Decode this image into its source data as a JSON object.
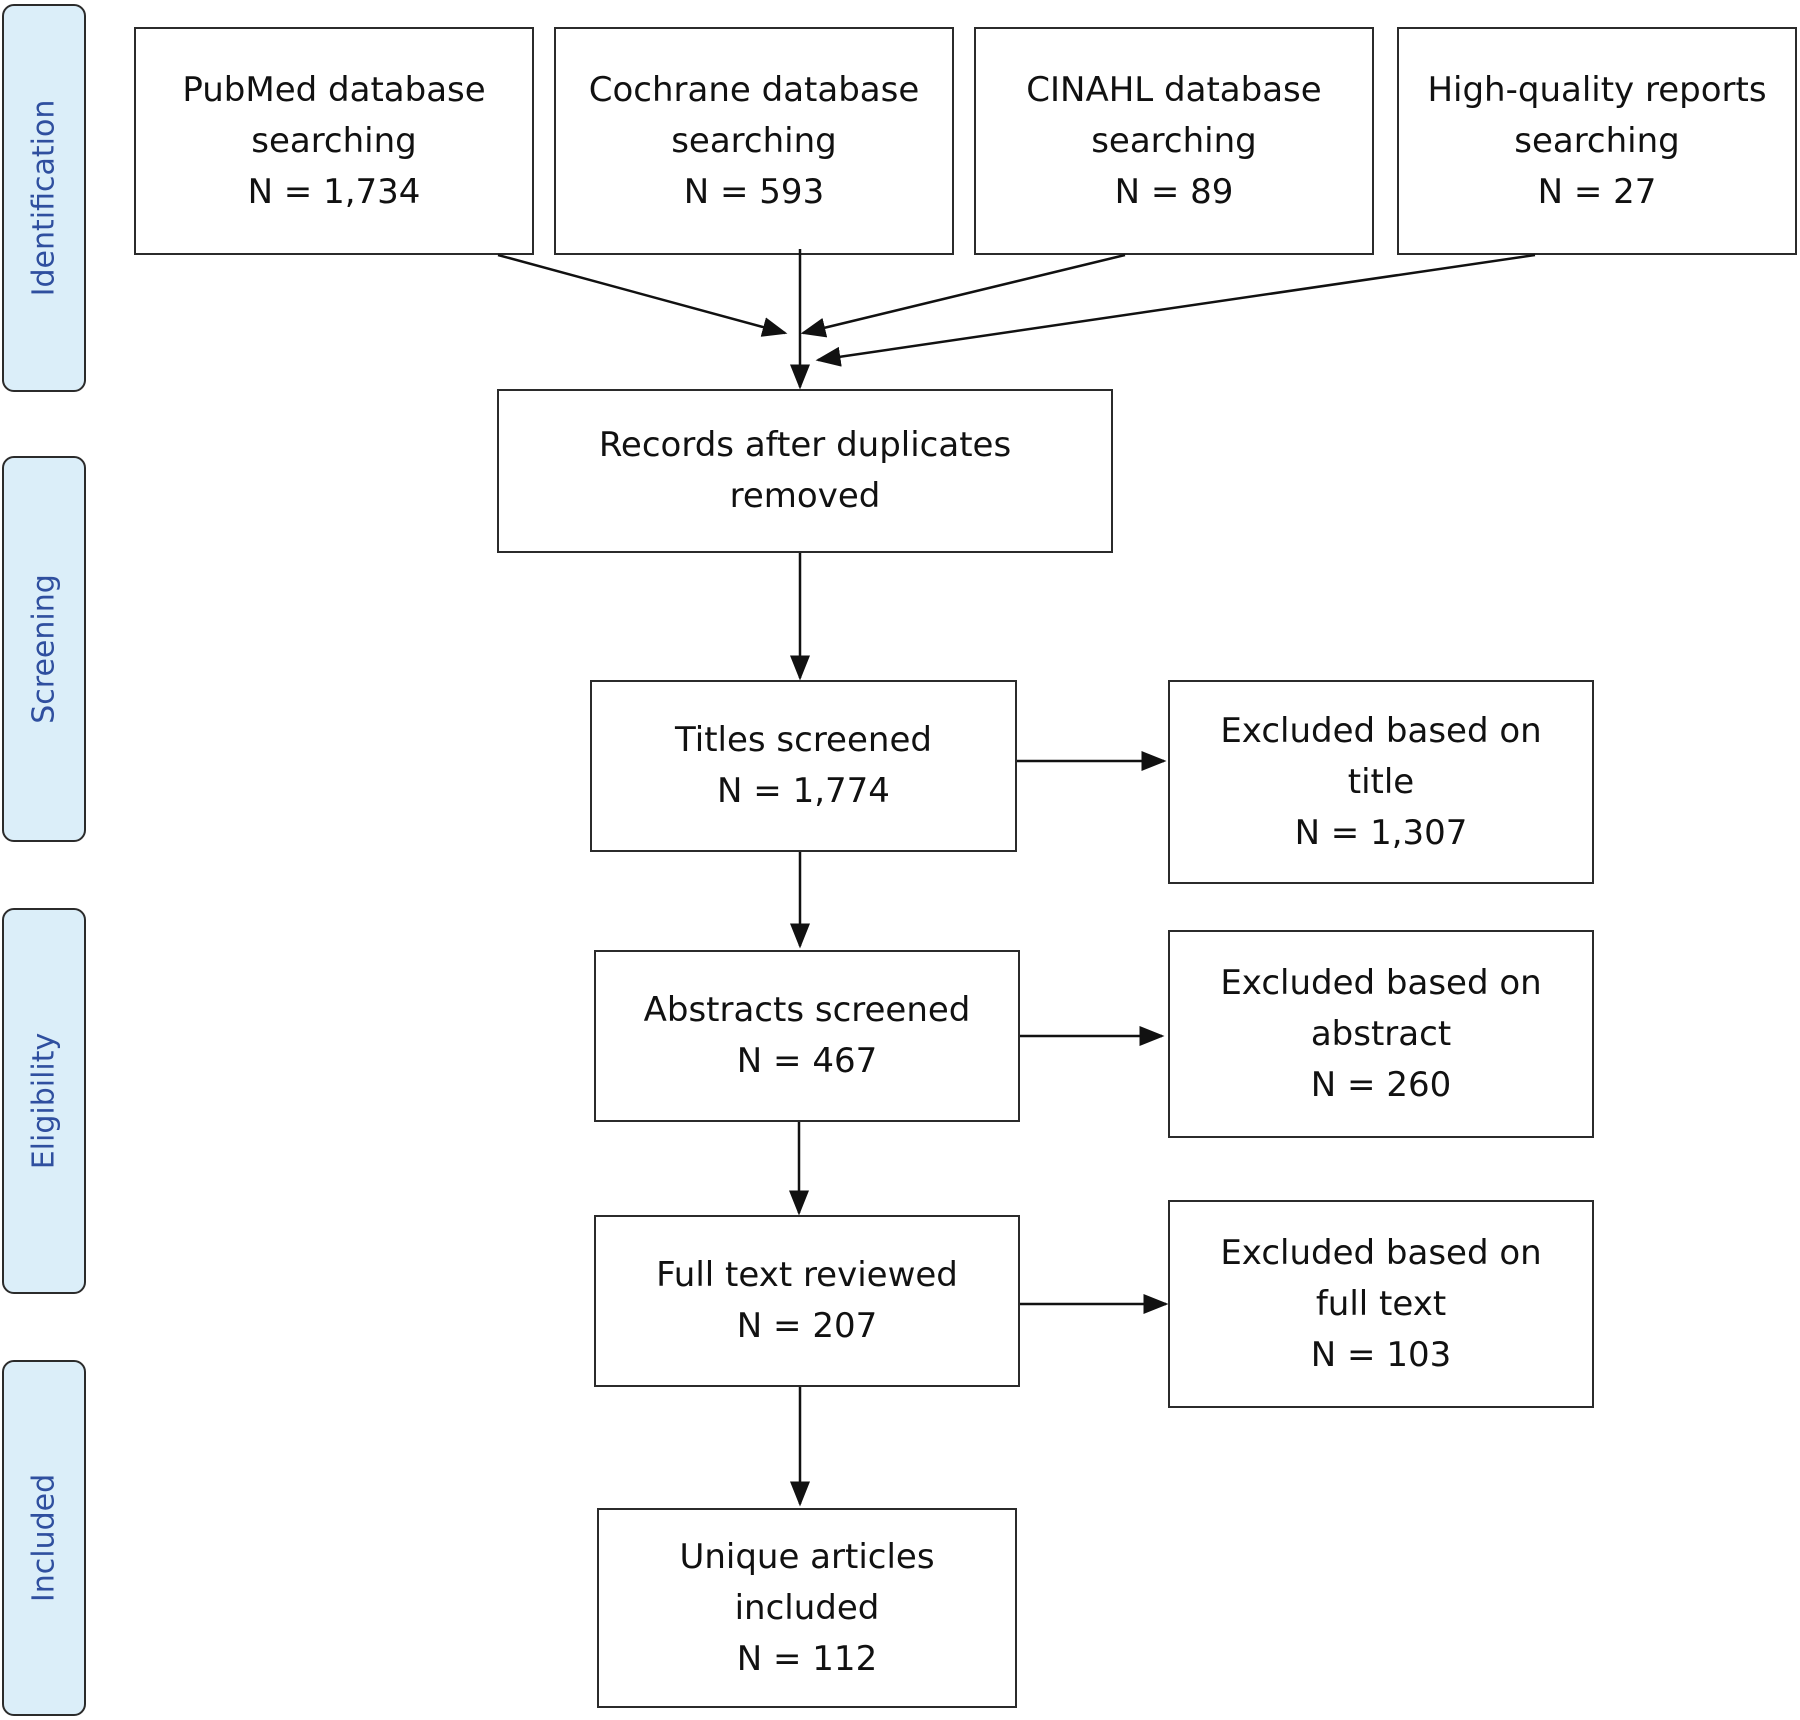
{
  "stages": {
    "identification": "Identification",
    "screening": "Screening",
    "eligibility": "Eligibility",
    "included": "Included"
  },
  "sources": [
    {
      "line1": "PubMed database",
      "line2": "searching",
      "count": "N = 1,734"
    },
    {
      "line1": "Cochrane database",
      "line2": "searching",
      "count": "N = 593"
    },
    {
      "line1": "CINAHL database",
      "line2": "searching",
      "count": "N = 89"
    },
    {
      "line1": "High-quality reports",
      "line2": "searching",
      "count": "N = 27"
    }
  ],
  "dedup": {
    "line1": "Records after duplicates",
    "line2": "removed"
  },
  "titles": {
    "label": "Titles screened",
    "count": "N = 1,774"
  },
  "excluded_title": {
    "line1": "Excluded based on",
    "line2": "title",
    "count": "N = 1,307"
  },
  "abstracts": {
    "label": "Abstracts screened",
    "count": "N = 467"
  },
  "excluded_abstract": {
    "line1": "Excluded based on",
    "line2": "abstract",
    "count": "N = 260"
  },
  "fulltext": {
    "label": "Full text reviewed",
    "count": "N = 207"
  },
  "excluded_fulltext": {
    "line1": "Excluded based on",
    "line2": "full text",
    "count": "N = 103"
  },
  "included": {
    "line1": "Unique articles",
    "line2": "included",
    "count": "N = 112"
  },
  "colors": {
    "stage_fill": "#dbeef9",
    "stage_text": "#2f4f9f",
    "border": "#2b2b2b",
    "text": "#111111"
  }
}
